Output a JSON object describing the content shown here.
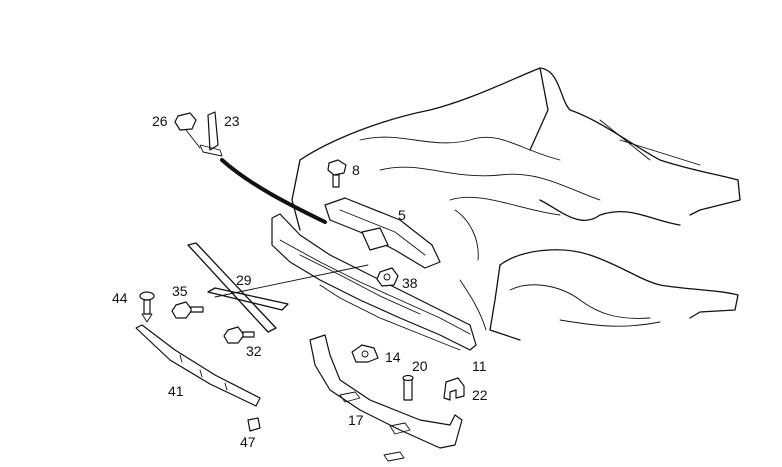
{
  "diagram": {
    "labels": {
      "p26": "26",
      "p23": "23",
      "p8": "8",
      "p5": "5",
      "p29": "29",
      "p38": "38",
      "p44": "44",
      "p35": "35",
      "p32": "32",
      "p14": "14",
      "p20": "20",
      "p11": "11",
      "p22": "22",
      "p41": "41",
      "p17": "17",
      "p47": "47"
    },
    "colors": {
      "line": "#111111",
      "background": "#ffffff"
    }
  }
}
